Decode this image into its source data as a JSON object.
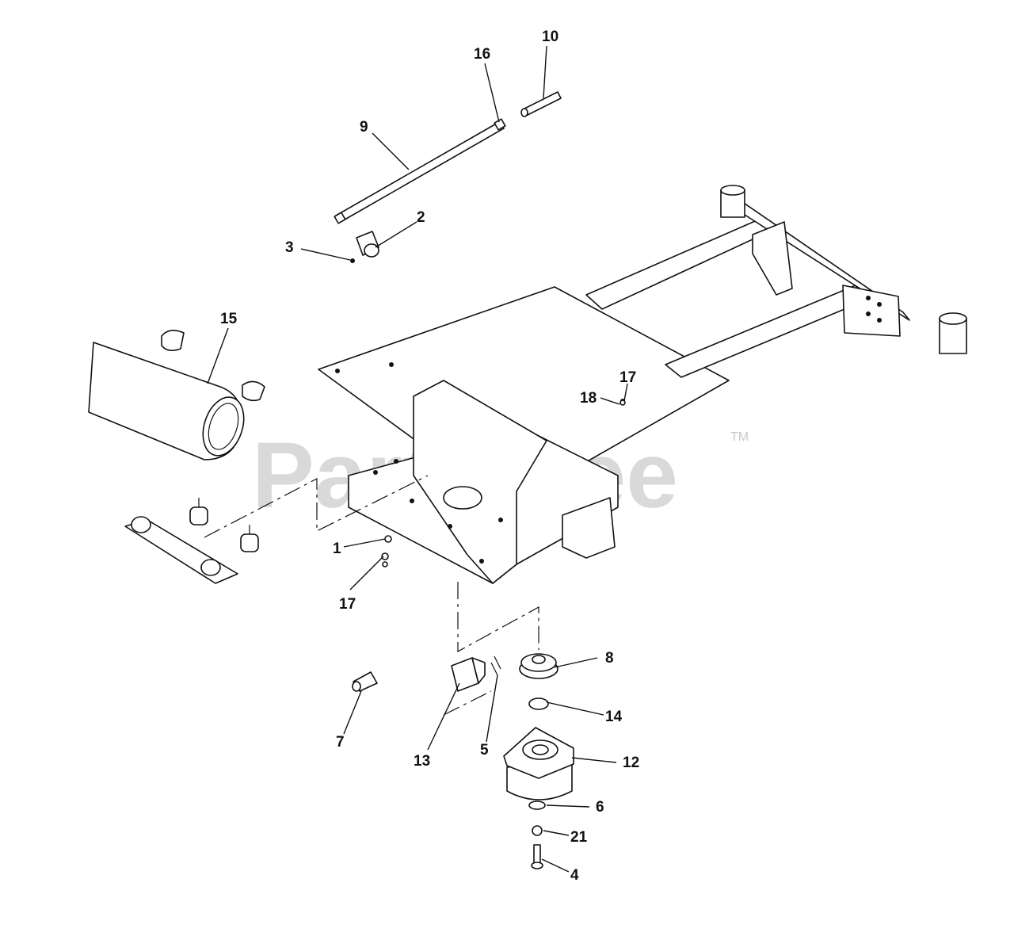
{
  "watermark": {
    "text": "PartsTree",
    "trademark": "TM"
  },
  "callouts": [
    {
      "label": "10",
      "name": "callout-10"
    },
    {
      "label": "16",
      "name": "callout-16"
    },
    {
      "label": "9",
      "name": "callout-9"
    },
    {
      "label": "2",
      "name": "callout-2"
    },
    {
      "label": "3",
      "name": "callout-3"
    },
    {
      "label": "15",
      "name": "callout-15"
    },
    {
      "label": "17",
      "name": "callout-17-top"
    },
    {
      "label": "18",
      "name": "callout-18"
    },
    {
      "label": "1",
      "name": "callout-1"
    },
    {
      "label": "17",
      "name": "callout-17-bottom"
    },
    {
      "label": "8",
      "name": "callout-8"
    },
    {
      "label": "14",
      "name": "callout-14"
    },
    {
      "label": "12",
      "name": "callout-12"
    },
    {
      "label": "7",
      "name": "callout-7"
    },
    {
      "label": "13",
      "name": "callout-13"
    },
    {
      "label": "5",
      "name": "callout-5"
    },
    {
      "label": "6",
      "name": "callout-6"
    },
    {
      "label": "21",
      "name": "callout-21"
    },
    {
      "label": "4",
      "name": "callout-4"
    }
  ]
}
